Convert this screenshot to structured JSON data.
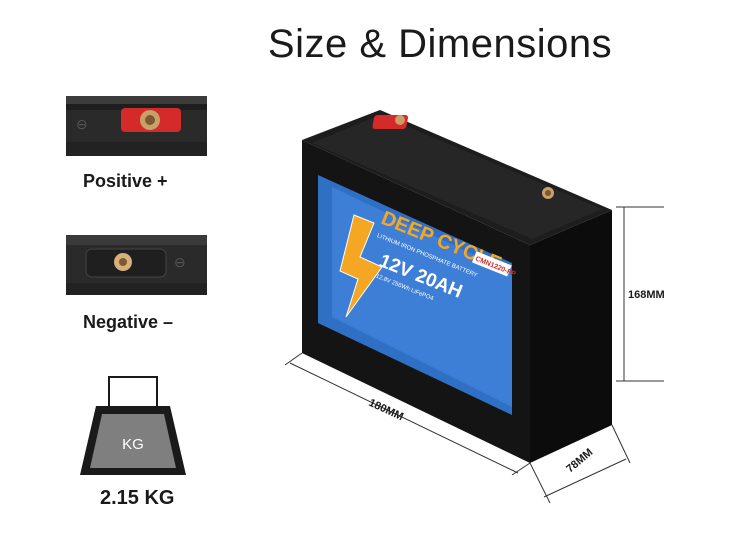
{
  "title": "Size & Dimensions",
  "positive": {
    "caption": "Positive +"
  },
  "negative": {
    "caption": "Negative –"
  },
  "weight": {
    "icon_label": "KG",
    "value": "2.15 KG"
  },
  "battery": {
    "label_brand": "DEEP CYCLE",
    "label_spec": "12V 20AH",
    "label_sub": "LITHIUM IRON PHOSPHATE BATTERY",
    "label_chem": "12.8V 256Wh LiFePO4",
    "label_model": "CMN1220-FP"
  },
  "dimensions": {
    "height": "168MM",
    "length": "180MM",
    "width": "78MM"
  },
  "colors": {
    "terminal_positive": "#d42a2a",
    "label_blue": "#2f6fc4",
    "label_orange": "#f5a623"
  }
}
